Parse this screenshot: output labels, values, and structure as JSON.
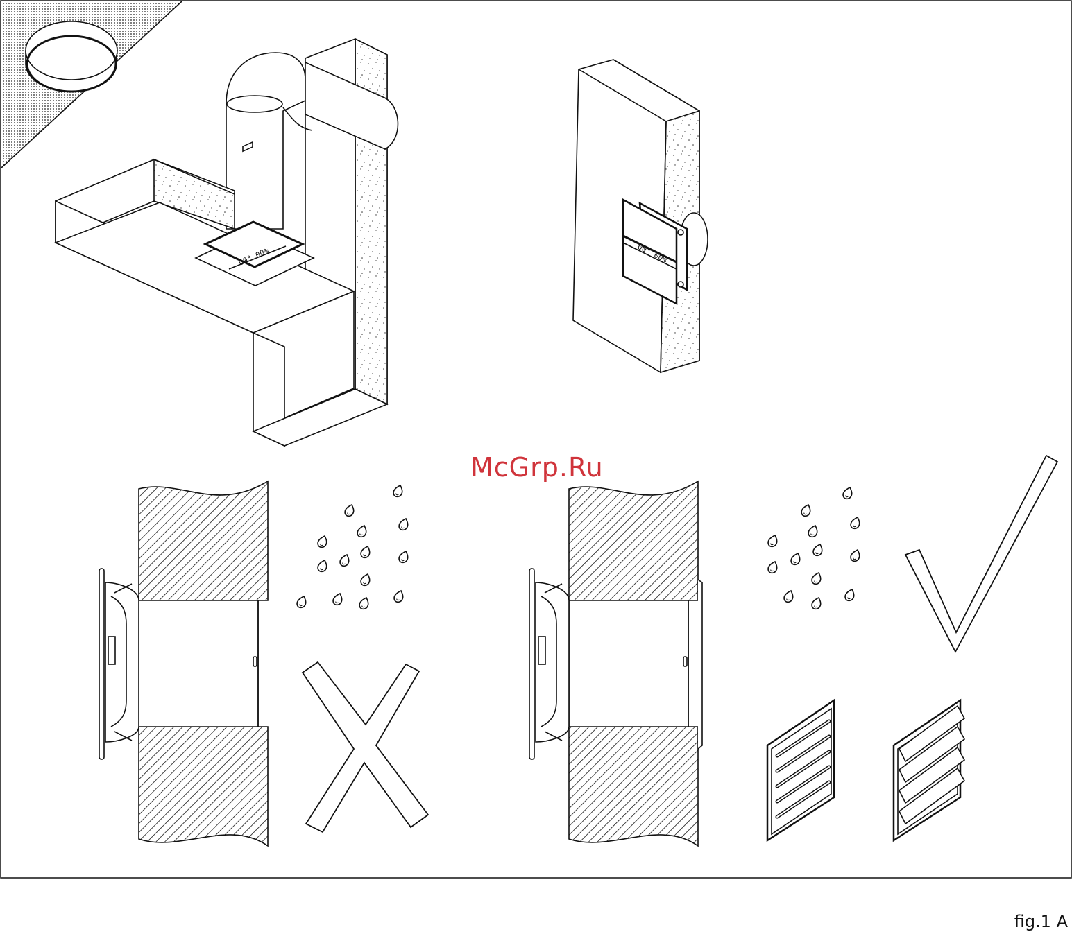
{
  "watermark": {
    "text": "McGrp.Ru"
  },
  "caption": {
    "text": "fig.1 A"
  },
  "panels": [
    {
      "id": "ceiling-duct-installation",
      "icon": "ceiling-duct-fan-illustration"
    },
    {
      "id": "wall-installation",
      "icon": "wall-mounted-fan-illustration"
    },
    {
      "id": "incorrect-installation",
      "icon": "cross-mark-icon"
    },
    {
      "id": "correct-installation",
      "icon": "check-mark-icon"
    }
  ],
  "colors": {
    "line": "#111111",
    "watermark": "#d0343b"
  }
}
